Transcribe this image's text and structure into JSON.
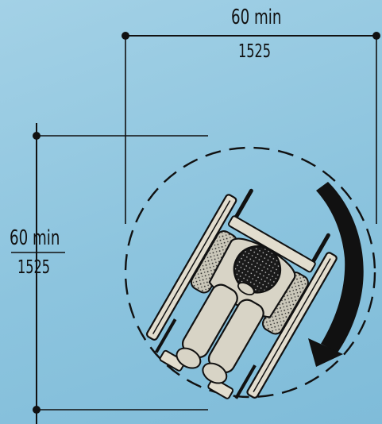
{
  "diagram": {
    "horizontal_dimension": {
      "imperial": "60 min",
      "metric": "1525"
    },
    "vertical_dimension": {
      "imperial": "60 min",
      "metric": "1525"
    },
    "colors": {
      "background": "#8cc4de",
      "ink": "#111111",
      "skin": "#d8d4c6"
    },
    "icons": [
      "wheelchair-user-top-view-icon",
      "rotation-arrow-icon"
    ]
  }
}
